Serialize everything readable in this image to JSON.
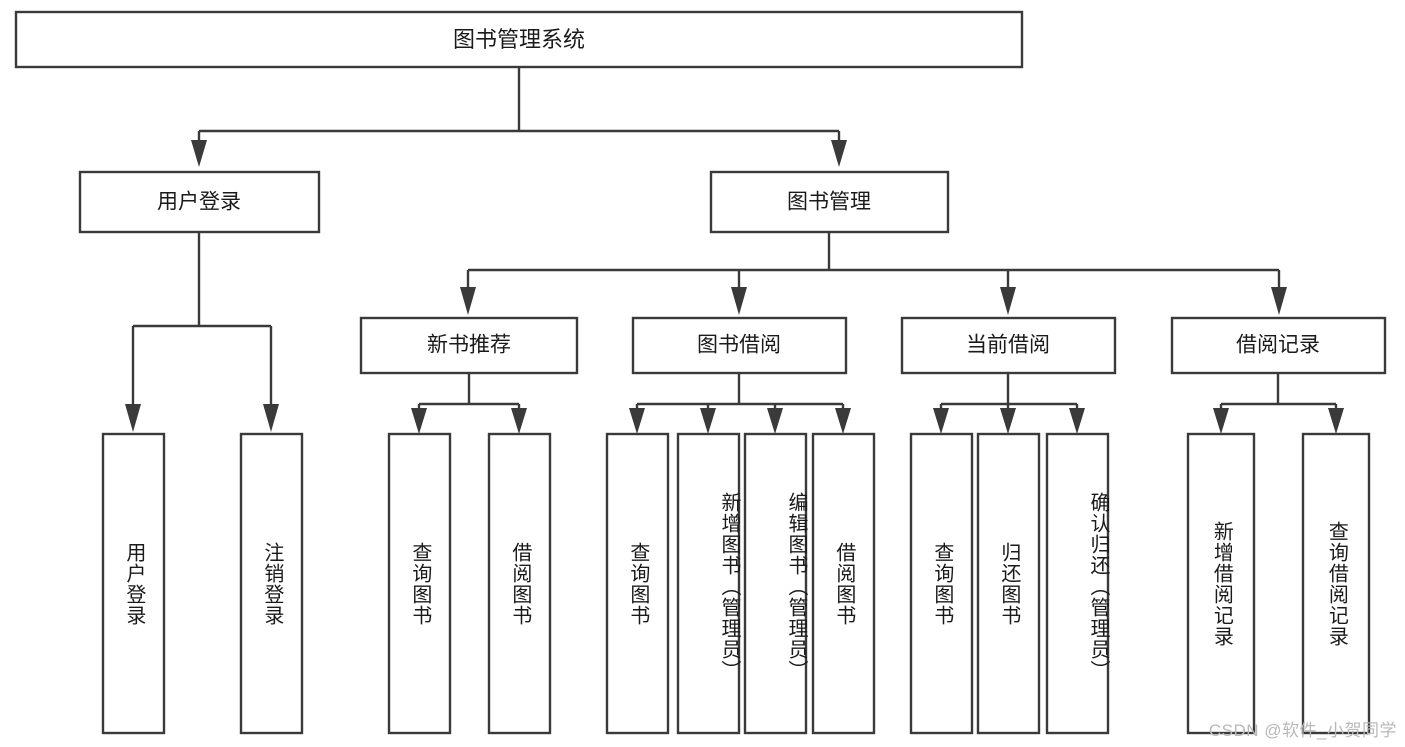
{
  "diagram": {
    "type": "tree-hierarchy",
    "root": {
      "label": "图书管理系统"
    },
    "level1": [
      {
        "label": "用户登录"
      },
      {
        "label": "图书管理"
      }
    ],
    "level2": [
      {
        "label": "新书推荐"
      },
      {
        "label": "图书借阅"
      },
      {
        "label": "当前借阅"
      },
      {
        "label": "借阅记录"
      }
    ],
    "leaves": {
      "user_login": [
        {
          "label": "用户登录"
        },
        {
          "label": "注销登录"
        }
      ],
      "new_book_recommend": [
        {
          "label": "查询图书"
        },
        {
          "label": "借阅图书"
        }
      ],
      "book_borrow": [
        {
          "label": "查询图书"
        },
        {
          "label": "新增图书（管理员）"
        },
        {
          "label": "编辑图书（管理员）"
        },
        {
          "label": "借阅图书"
        }
      ],
      "current_borrow": [
        {
          "label": "查询图书"
        },
        {
          "label": "归还图书"
        },
        {
          "label": "确认归还（管理员）"
        }
      ],
      "borrow_record": [
        {
          "label": "新增借阅记录"
        },
        {
          "label": "查询借阅记录"
        }
      ]
    }
  },
  "watermark": {
    "text": "CSDN @软件_小贺同学"
  },
  "colors": {
    "stroke": "#3a3a3a",
    "box_fill": "#ffffff",
    "text": "#1a1a1a",
    "watermark": "#b9b9b9",
    "background": "#ffffff"
  }
}
